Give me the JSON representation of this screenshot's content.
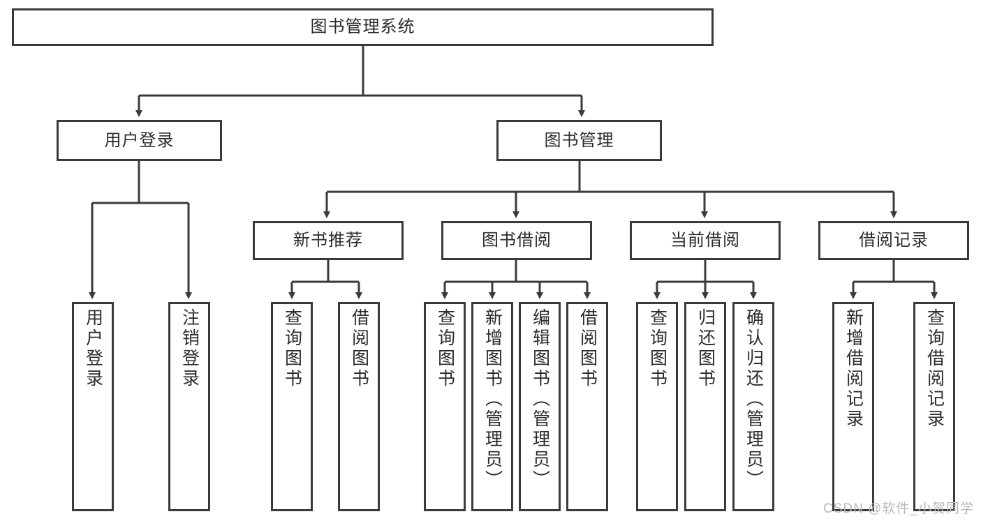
{
  "diagram": {
    "title": "图书管理系统",
    "watermark": "CSDN @软件_小贺同学",
    "line_color": "#3a3a3a",
    "text_color": "#2b2b2b",
    "background": "#ffffff",
    "root": {
      "label": "图书管理系统"
    },
    "level2": [
      {
        "label": "用户登录"
      },
      {
        "label": "图书管理"
      }
    ],
    "level3": [
      {
        "label": "新书推荐"
      },
      {
        "label": "图书借阅"
      },
      {
        "label": "当前借阅"
      },
      {
        "label": "借阅记录"
      }
    ],
    "leaves": {
      "user_login": [
        {
          "label": "用户登录"
        },
        {
          "label": "注销登录"
        }
      ],
      "new_book_recommend": [
        {
          "label": "查询图书"
        },
        {
          "label": "借阅图书"
        }
      ],
      "book_borrow": [
        {
          "label": "查询图书"
        },
        {
          "label": "新增图书（管理员）"
        },
        {
          "label": "编辑图书（管理员）"
        },
        {
          "label": "借阅图书"
        }
      ],
      "current_borrow": [
        {
          "label": "查询图书"
        },
        {
          "label": "归还图书"
        },
        {
          "label": "确认归还（管理员）"
        }
      ],
      "borrow_record": [
        {
          "label": "新增借阅记录"
        },
        {
          "label": "查询借阅记录"
        }
      ]
    }
  }
}
